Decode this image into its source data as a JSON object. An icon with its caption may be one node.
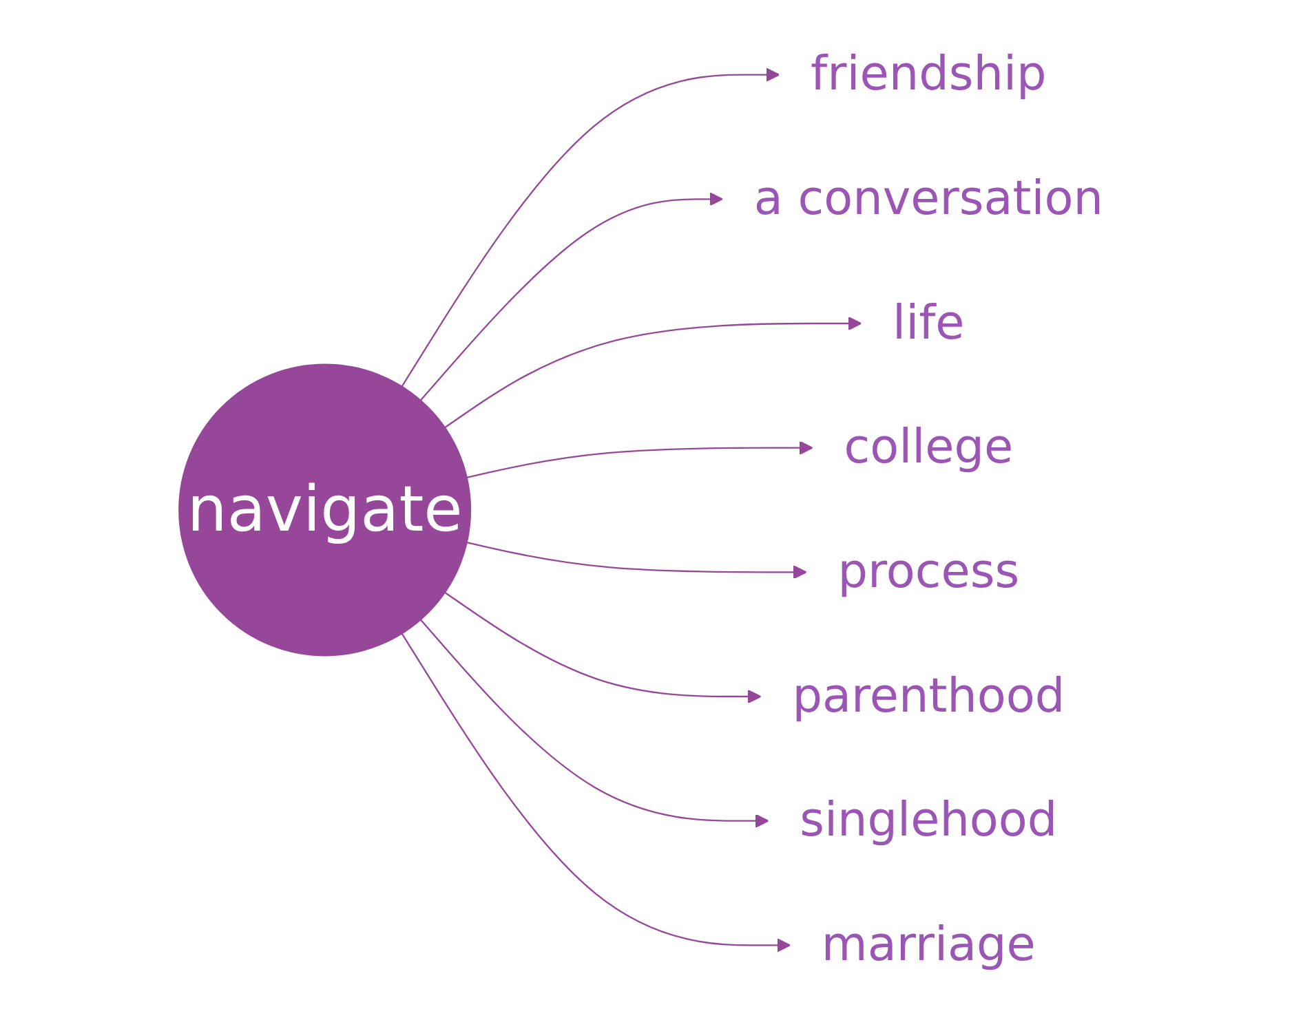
{
  "diagram": {
    "nodes": [
      {
        "text": [
          "navigate"
        ]
      },
      {
        "text": [
          "friendship"
        ]
      },
      {
        "text": [
          "a conversation"
        ]
      },
      {
        "text": [
          "life"
        ]
      },
      {
        "text": [
          "college"
        ]
      },
      {
        "text": [
          "process"
        ]
      },
      {
        "text": [
          "parenthood"
        ]
      },
      {
        "text": [
          "singlehood"
        ]
      },
      {
        "text": [
          "marriage"
        ]
      }
    ],
    "edges": [
      {
        "from": 0,
        "to": 1,
        "arrow": "to"
      },
      {
        "from": 0,
        "to": 2,
        "arrow": "to"
      },
      {
        "from": 0,
        "to": 3,
        "arrow": "to"
      },
      {
        "from": 0,
        "to": 4,
        "arrow": "to"
      },
      {
        "from": 0,
        "to": 5,
        "arrow": "to"
      },
      {
        "from": 0,
        "to": 6,
        "arrow": "to"
      },
      {
        "from": 0,
        "to": 7,
        "arrow": "to"
      },
      {
        "from": 0,
        "to": 8,
        "arrow": "to"
      }
    ]
  }
}
